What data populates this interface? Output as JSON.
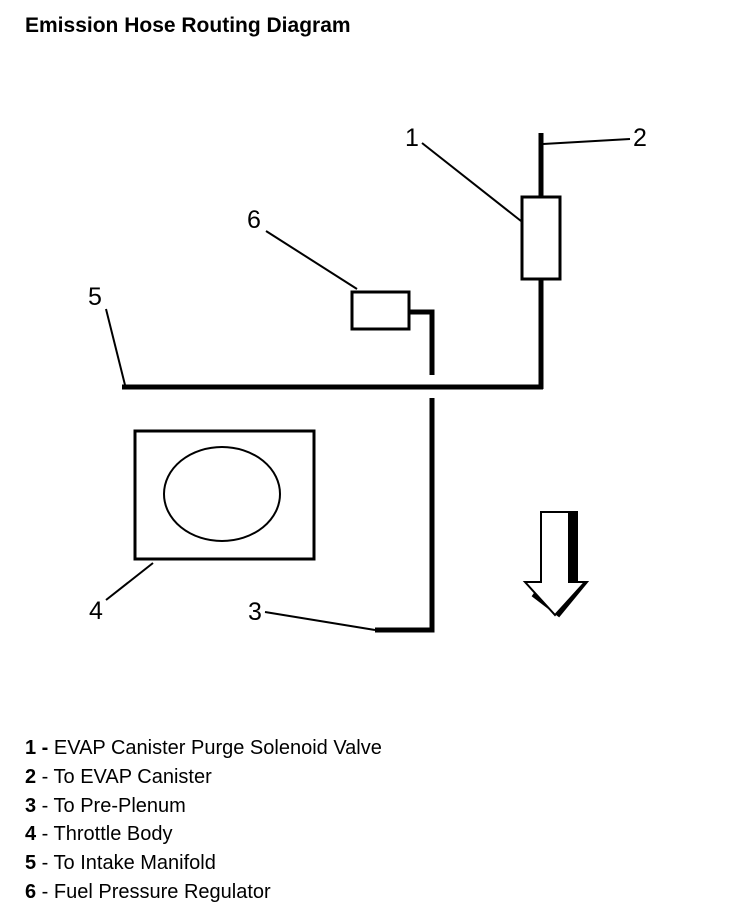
{
  "title": "Emission Hose Routing Diagram",
  "callouts": [
    "1",
    "2",
    "3",
    "4",
    "5",
    "6"
  ],
  "legend": [
    {
      "num": "1 -",
      "text": " EVAP Canister Purge Solenoid Valve"
    },
    {
      "num": "2",
      "text": " - To EVAP Canister"
    },
    {
      "num": "3",
      "text": " - To Pre-Plenum"
    },
    {
      "num": "4",
      "text": " - Throttle Body"
    },
    {
      "num": "5",
      "text": " - To Intake Manifold"
    },
    {
      "num": "6",
      "text": " - Fuel Pressure Regulator"
    }
  ]
}
